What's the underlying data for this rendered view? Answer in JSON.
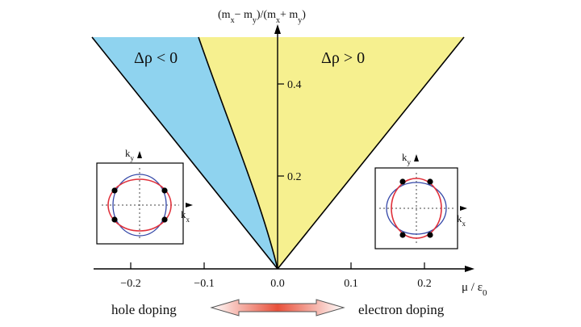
{
  "axes": {
    "x_label": "μ / ε₀",
    "y_label": "(m_x − m_y) / (m_x + m_y)",
    "x_ticks": [
      "−0.2",
      "−0.1",
      "0.0",
      "0.1",
      "0.2"
    ],
    "y_ticks": [
      "0.2",
      "0.4"
    ]
  },
  "regions": {
    "negative": {
      "label": "Δρ < 0",
      "color": "#8fd3ef"
    },
    "positive": {
      "label": "Δρ > 0",
      "color": "#f6f08f"
    }
  },
  "insets": {
    "left": {
      "k_y": "k",
      "k_y_sub": "y",
      "k_x": "k",
      "k_x_sub": "x"
    },
    "right": {
      "k_y": "k",
      "k_y_sub": "y",
      "k_x": "k",
      "k_x_sub": "x"
    }
  },
  "footer": {
    "hole_doping": "hole doping",
    "electron_doping": "electron doping"
  },
  "colors": {
    "red_curve": "#e0303a",
    "blue_curve": "#3548a8"
  }
}
